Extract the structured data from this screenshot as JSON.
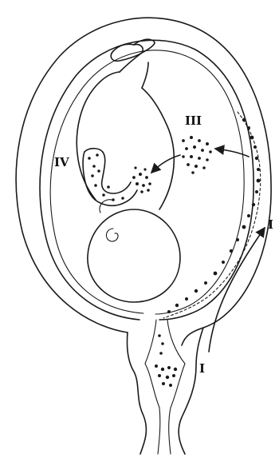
{
  "labels": {
    "stage_one_right": "I",
    "stage_one_lower": "I",
    "stage_three": "III",
    "stage_four": "IV"
  },
  "colors": {
    "ink": "#1a1a1a",
    "background": "#ffffff"
  }
}
